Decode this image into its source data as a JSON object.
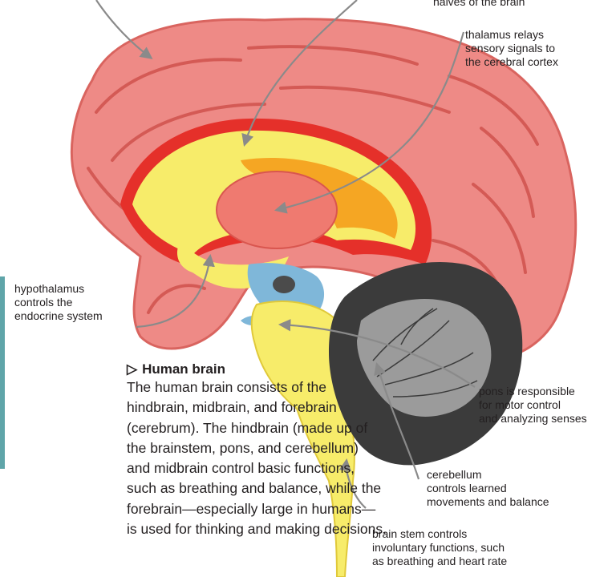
{
  "labels": {
    "top_right_fragment": "halves of the brain",
    "thalamus": [
      "thalamus relays",
      "sensory signals to",
      "the cerebral cortex"
    ],
    "hypothalamus": [
      "hypothalamus",
      "controls the",
      "endocrine system"
    ],
    "pons": [
      "pons is responsible",
      "for motor control",
      "and analyzing senses"
    ],
    "cerebellum": [
      "cerebellum",
      "controls learned",
      "movements and balance"
    ],
    "brain_stem": [
      "brain stem controls",
      "involuntary functions, such",
      "as breathing and heart rate"
    ]
  },
  "caption": {
    "marker": "▷",
    "title": "Human brain",
    "lines": [
      "The human brain consists of the",
      "hindbrain, midbrain, and forebrain",
      "(cerebrum). The hindbrain (made up of",
      "the brainstem, pons, and cerebellum)",
      "and midbrain control basic functions,",
      "such as breathing and balance, while the",
      "forebrain—especially large in humans—",
      "is used for thinking and making decisions."
    ]
  },
  "colors": {
    "cerebrum": "#ee8a86",
    "cerebrum_dark": "#d9645f",
    "red_band": "#e5302a",
    "yellow": "#f7ec6a",
    "orange": "#f5a623",
    "cerebellum_dark": "#3b3b3b",
    "cerebellum_light": "#9b9b9b",
    "blue": "#7fb7d9",
    "arrow": "#8a8a8a",
    "side_strip": "#5fa5a9"
  }
}
